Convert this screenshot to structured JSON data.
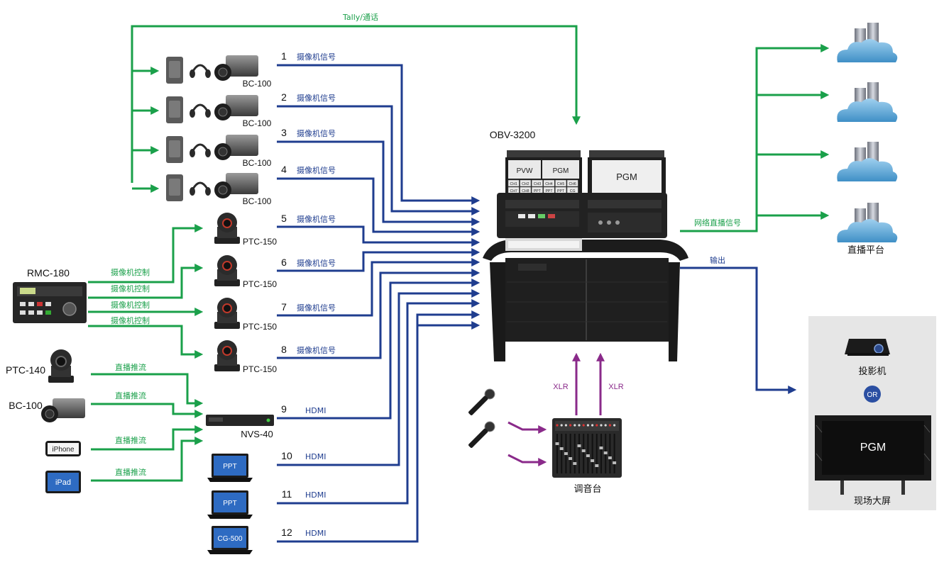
{
  "colors": {
    "green": "#1aa04a",
    "blue": "#1f3d8f",
    "purple": "#8a2a8a",
    "device_dark": "#2a2a2a",
    "cloud": "#5aa6d6",
    "panel_bg": "#e6e6e6"
  },
  "tally": {
    "label": "Tally/通话"
  },
  "console": {
    "name": "OBV-3200",
    "screen_left_pvw": "PVW",
    "screen_left_pgm": "PGM",
    "screen_right_pgm": "PGM",
    "multiview_cells": [
      "CH1",
      "CH2",
      "CH3",
      "CH4",
      "CH5",
      "CH6",
      "CH7",
      "CH8",
      "PPT",
      "PPT",
      "PPT",
      "CG"
    ]
  },
  "bc_cameras": [
    {
      "num": "1",
      "signal": "摄像机信号",
      "model": "BC-100"
    },
    {
      "num": "2",
      "signal": "摄像机信号",
      "model": "BC-100"
    },
    {
      "num": "3",
      "signal": "摄像机信号",
      "model": "BC-100"
    },
    {
      "num": "4",
      "signal": "摄像机信号",
      "model": "BC-100"
    }
  ],
  "ptz_cameras": [
    {
      "num": "5",
      "signal": "摄像机信号",
      "model": "PTC-150"
    },
    {
      "num": "6",
      "signal": "摄像机信号",
      "model": "PTC-150"
    },
    {
      "num": "7",
      "signal": "摄像机信号",
      "model": "PTC-150"
    },
    {
      "num": "8",
      "signal": "摄像机信号",
      "model": "PTC-150"
    }
  ],
  "controller": {
    "name": "RMC-180",
    "control_labels": [
      "摄像机控制",
      "摄像机控制",
      "摄像机控制",
      "摄像机控制"
    ]
  },
  "stream_sources": [
    {
      "name": "PTC-140",
      "link": "直播推流"
    },
    {
      "name": "BC-100",
      "link": "直播推流"
    },
    {
      "name": "iPhone",
      "link": "直播推流"
    },
    {
      "name": "iPad",
      "link": "直播推流"
    }
  ],
  "nvs": {
    "name": "NVS-40",
    "num": "9",
    "signal": "HDMI"
  },
  "laptops": [
    {
      "screen": "PPT",
      "num": "10",
      "signal": "HDMI"
    },
    {
      "screen": "PPT",
      "num": "11",
      "signal": "HDMI"
    },
    {
      "screen": "CG-500",
      "num": "12",
      "signal": "HDMI"
    }
  ],
  "mixer": {
    "name": "调音台",
    "xlr_left": "XLR",
    "xlr_right": "XLR"
  },
  "network": {
    "label": "网络直播信号",
    "platform": "直播平台"
  },
  "output": {
    "label": "输出",
    "projector": "投影机",
    "or": "OR",
    "screen_text": "PGM",
    "screen_name": "现场大屏"
  },
  "icons": [
    "camera-body-icon",
    "battery-pack-icon",
    "headset-icon",
    "ptz-camera-icon",
    "controller-icon",
    "streaming-encoder-icon",
    "laptop-icon",
    "microphone-icon",
    "audio-mixer-icon",
    "cloud-server-icon",
    "projector-icon",
    "led-screen-icon",
    "phone-icon",
    "tablet-icon"
  ]
}
